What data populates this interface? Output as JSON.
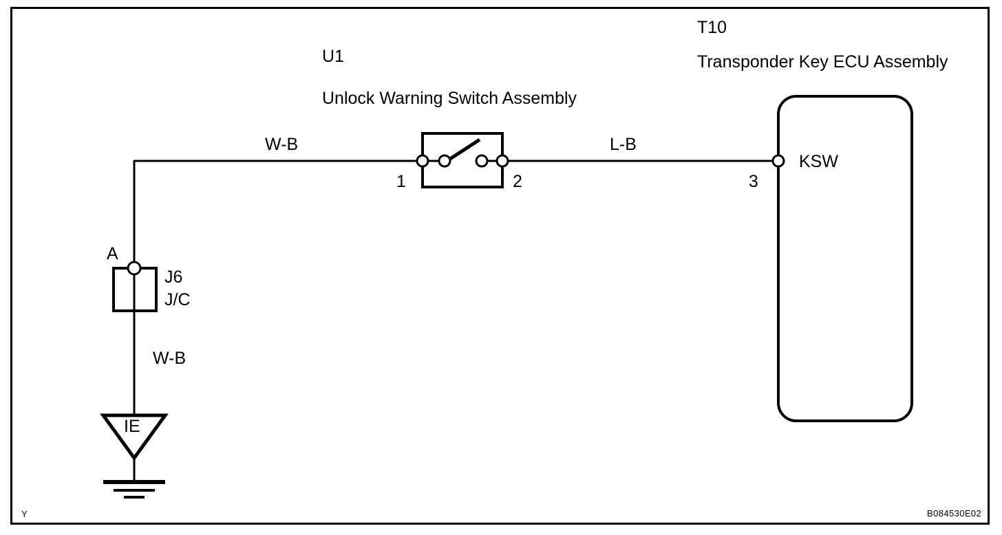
{
  "diagram": {
    "type": "automotive-wiring-schematic",
    "frame_border_color": "#000000",
    "line_color": "#000000",
    "background": "#ffffff",
    "components": {
      "switch": {
        "code": "U1",
        "name": "Unlock Warning Switch Assembly",
        "pin_left": "1",
        "pin_right": "2",
        "state": "open"
      },
      "ecu": {
        "code": "T10",
        "name": "Transponder Key ECU Assembly",
        "terminal_label": "KSW",
        "pin": "3"
      },
      "junction": {
        "node_label": "A",
        "code": "J6",
        "type": "J/C"
      },
      "ground": {
        "label": "IE",
        "symbol": "chassis-ground"
      }
    },
    "wires": [
      {
        "id": "wire-switch-to-junction",
        "color_code": "W-B",
        "from": "U1 pin 1",
        "to": "J6 J/C"
      },
      {
        "id": "wire-switch-to-ecu",
        "color_code": "L-B",
        "from": "U1 pin 2",
        "to": "T10 pin 3 (KSW)"
      },
      {
        "id": "wire-junction-to-ground",
        "color_code": "W-B",
        "from": "J6 J/C",
        "to": "IE ground"
      }
    ],
    "footer": {
      "page_marker": "Y",
      "drawing_code": "B084530E02"
    }
  }
}
